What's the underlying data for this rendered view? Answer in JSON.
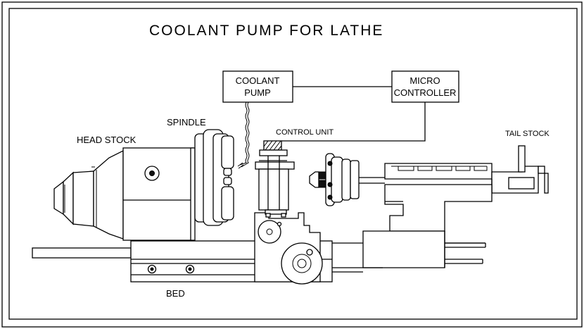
{
  "diagram": {
    "title": "COOLANT PUMP FOR LATHE",
    "blocks": {
      "coolant_pump": [
        "COOLANT",
        "PUMP"
      ],
      "micro_controller": [
        "MICRO",
        "CONTROLLER"
      ]
    },
    "labels": {
      "control_unit": "CONTROL UNIT",
      "spindle": "SPINDLE",
      "head_stock": "HEAD STOCK",
      "tail_stock": "TAIL STOCK",
      "bed": "BED"
    },
    "connections": [
      {
        "from": "COOLANT PUMP",
        "to": "MICRO CONTROLLER"
      },
      {
        "from": "MICRO CONTROLLER",
        "to": "CONTROL UNIT"
      },
      {
        "from": "COOLANT PUMP",
        "to": "tool post (coolant hose)"
      }
    ]
  }
}
